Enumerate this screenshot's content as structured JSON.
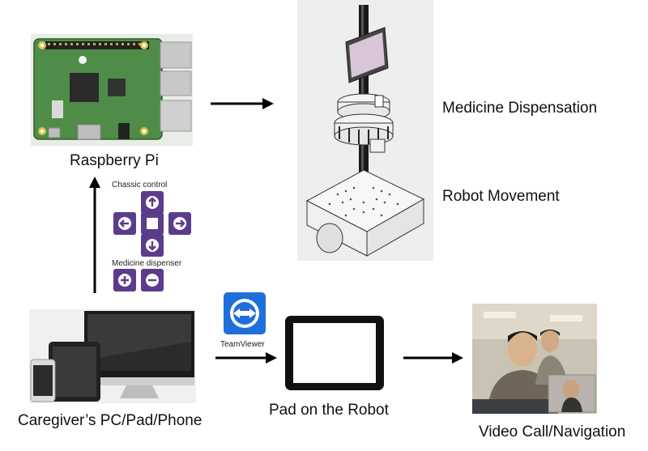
{
  "labels": {
    "raspberry_pi": "Raspberry Pi",
    "medicine_dispensation": "Medicine Dispensation",
    "robot_movement": "Robot Movement",
    "caregiver_devices": "Caregiver’s PC/Pad/Phone",
    "pad_on_robot": "Pad on the Robot",
    "video_call": "Video Call/Navigation",
    "teamviewer": "TeamViewer"
  },
  "control_panel": {
    "chassis_title": "Chassic control",
    "dispenser_title": "Medicine dispenser"
  },
  "icons": [
    "up-arrow-icon",
    "left-arrow-icon",
    "stop-icon",
    "right-arrow-icon",
    "down-arrow-icon",
    "plus-icon",
    "minus-icon",
    "teamviewer-logo-icon"
  ],
  "colors": {
    "control_button": "#5b3c8c",
    "teamviewer_blue": "#1e6fd9",
    "board_green": "#3f7d3a"
  }
}
